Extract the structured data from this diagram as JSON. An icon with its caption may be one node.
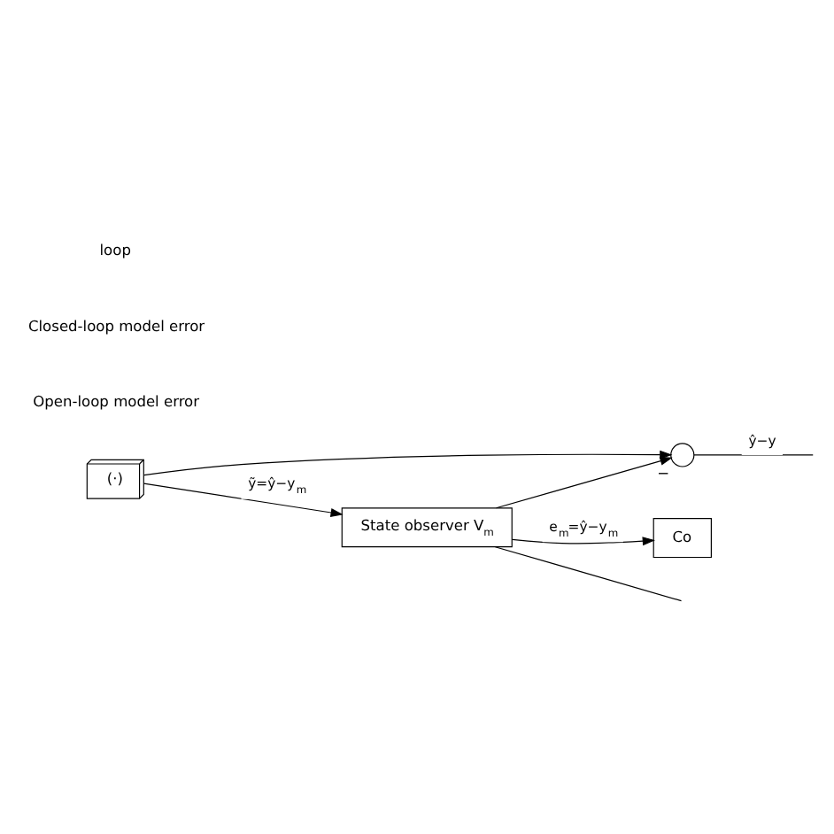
{
  "diagram": {
    "nodes": [
      {
        "text": [
          "(·)"
        ]
      },
      {
        "text": [
          "State observer V$_{m}$"
        ]
      },
      {
        "text": [],
        "shape": "circle",
        "beside": [
          "−"
        ]
      },
      {
        "text": [
          "Co"
        ]
      }
    ],
    "edges": [
      {
        "from": 0,
        "to": 1,
        "arrow": "to",
        "label": "ỹ=ŷ−y$_{m}$"
      },
      {
        "from": 0,
        "to": 2,
        "arrow": "to"
      },
      {
        "from": 1,
        "to": 2,
        "arrow": "to"
      },
      {
        "from": 1,
        "to": 3,
        "arrow": "to",
        "label": "e$_{m}$=ŷ−y$_{m}$"
      },
      {
        "from": 2,
        "to": null,
        "arrow": "none",
        "label": "ŷ−y"
      },
      {
        "from": 1,
        "to": null,
        "arrow": "none"
      }
    ],
    "labels": [
      "Open-loop model error",
      "Closed-loop model error",
      "loop"
    ]
  }
}
